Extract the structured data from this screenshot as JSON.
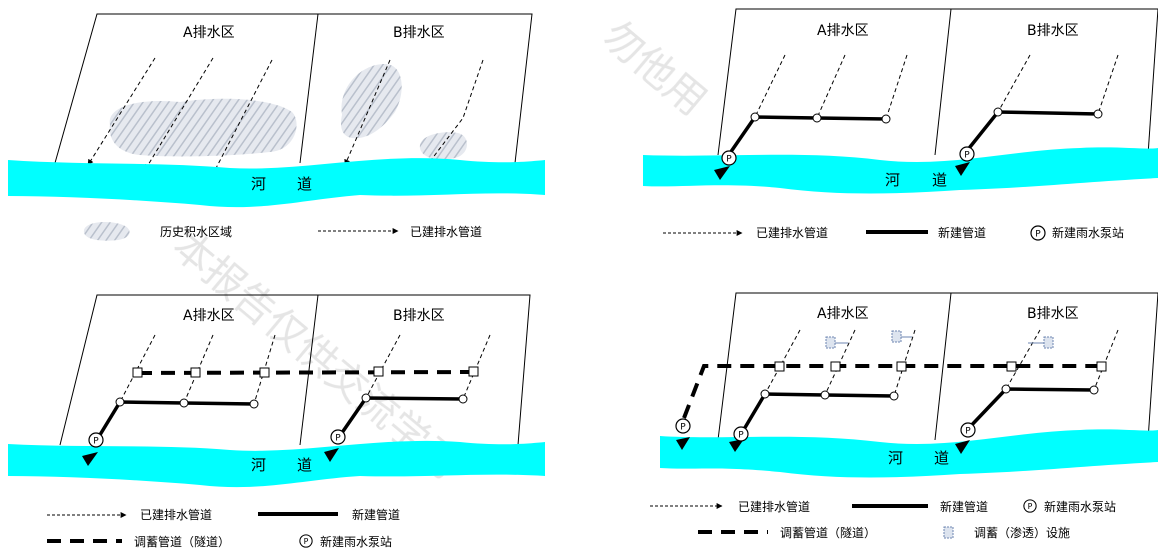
{
  "zones": {
    "a": "A排水区",
    "b": "B排水区"
  },
  "river": {
    "he": "河",
    "dao": "道"
  },
  "legend": {
    "historical_flood_area": "历史积水区域",
    "existing_drain_pipe": "已建排水管道",
    "new_pipe": "新建管道",
    "new_pump_station": "新建雨水泵站",
    "storage_tunnel": "调蓄管道（隧道）",
    "storage_facility": "调蓄（渗透）设施"
  },
  "pump_symbol": "P",
  "watermark": [
    "勿他用",
    "本报告仅供交流学习"
  ],
  "colors": {
    "river": "#00ffff",
    "flood_area": "#c7ced9",
    "line": "#000000",
    "facility": "#6e86b0"
  }
}
